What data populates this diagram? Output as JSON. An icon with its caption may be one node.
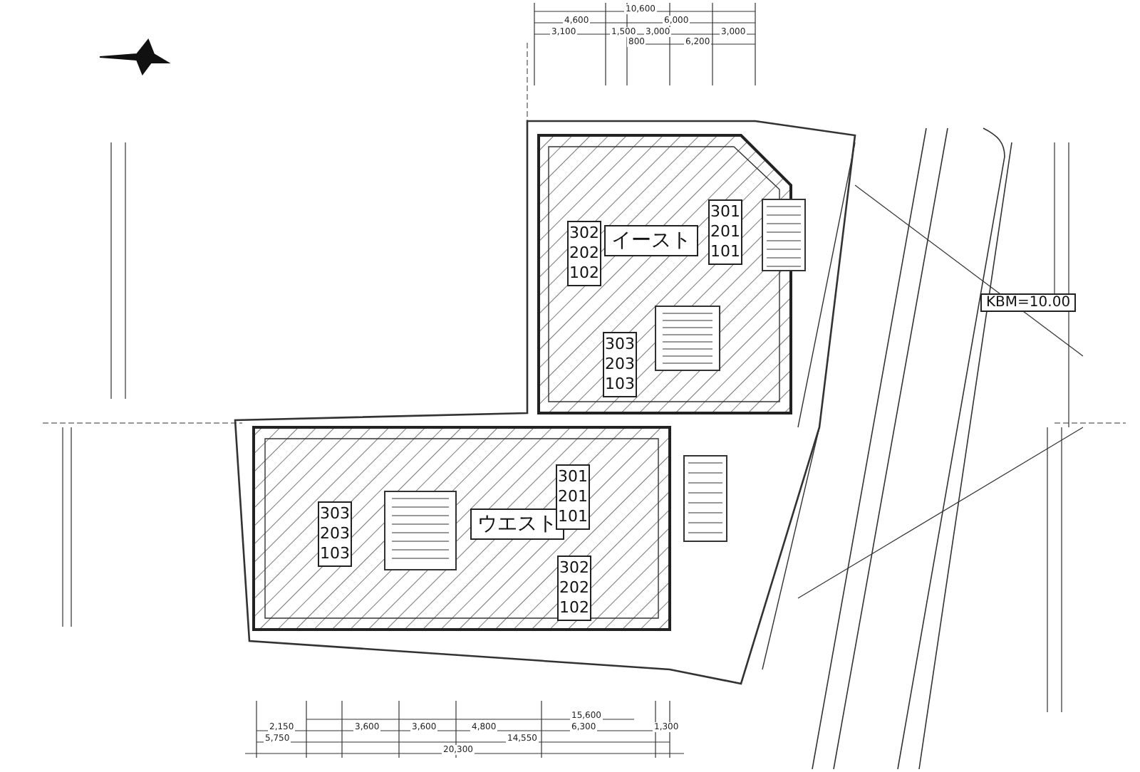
{
  "diagram": {
    "nodes": [
      {
        "text": [
          "302 202 102"
        ]
      },
      {
        "text": [
          "イースト"
        ]
      },
      {
        "text": [
          "301 201 101"
        ]
      },
      {
        "text": [
          "303 203 103"
        ]
      },
      {
        "text": [
          "303 203 103"
        ]
      },
      {
        "text": [
          "ウエスト"
        ]
      },
      {
        "text": [
          "301 201 101"
        ]
      },
      {
        "text": [
          "302 202 102"
        ]
      },
      {
        "text": [
          "KBM=10.00"
        ]
      }
    ],
    "edges": [],
    "labels": [
      "10,600",
      "4,600",
      "6,000",
      "3,100",
      "1,500",
      "3,000",
      "3,000",
      "800",
      "6,200",
      "15,600",
      "2,150",
      "3,600",
      "3,600",
      "4,800",
      "6,300",
      "1,300",
      "5,750",
      "14,550",
      "20,300"
    ]
  }
}
